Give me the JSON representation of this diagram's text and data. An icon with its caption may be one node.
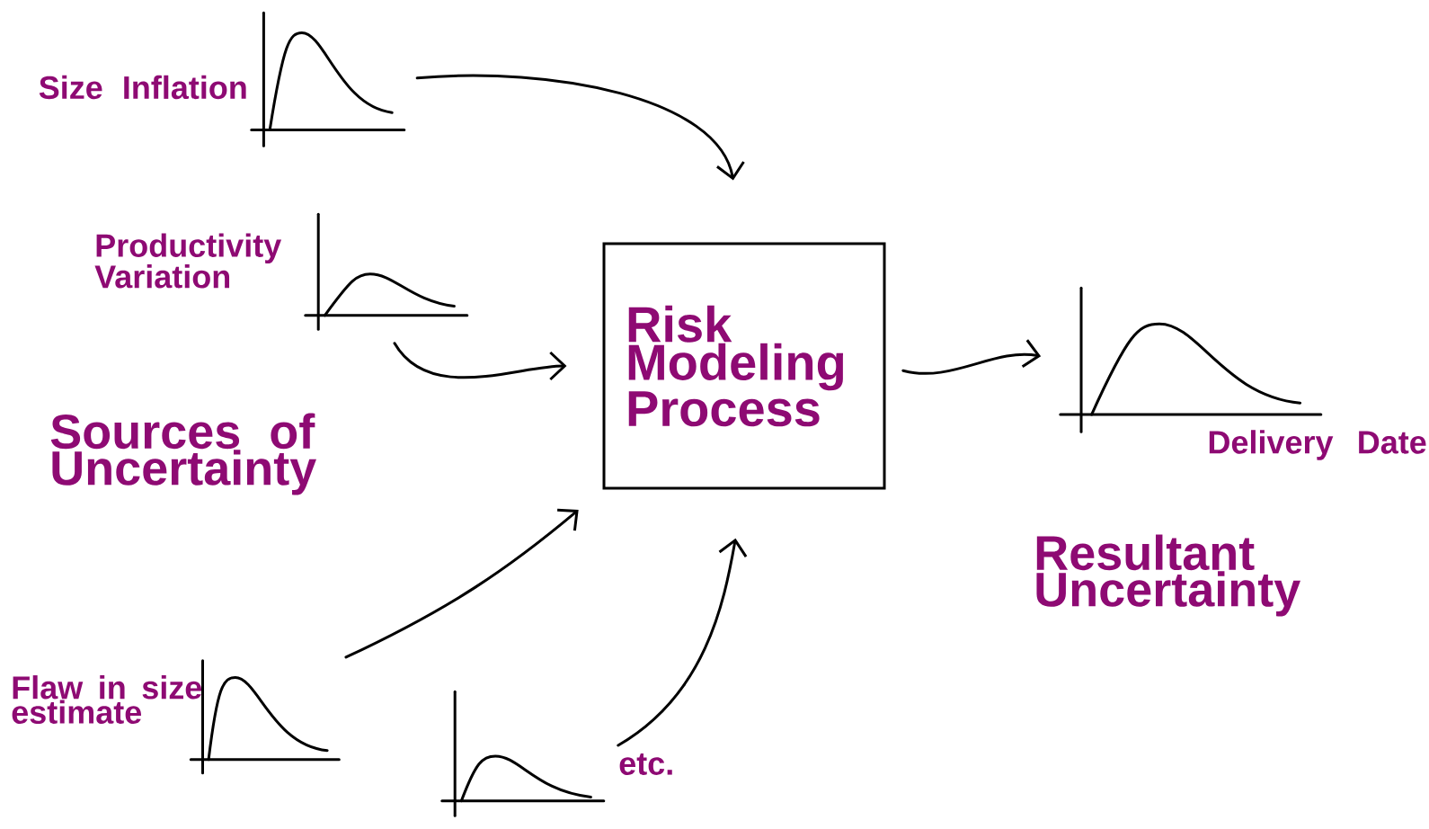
{
  "diagram": {
    "nodes": [
      {
        "text": [],
        "shape": "picture",
        "beside": [
          "Size Inflation"
        ]
      },
      {
        "text": [],
        "shape": "picture",
        "beside": [
          "Productivity Variation"
        ]
      },
      {
        "text": [
          "Risk Modeling Process"
        ]
      },
      {
        "text": [],
        "shape": "picture",
        "beside": [
          "Flaw in size estimate"
        ]
      },
      {
        "text": [],
        "shape": "picture",
        "beside": [
          "etc."
        ]
      },
      {
        "text": [],
        "shape": "picture",
        "beside": [
          "Delivery Date"
        ]
      }
    ],
    "edges": [
      {
        "from": 0,
        "to": 2,
        "arrow": "to"
      },
      {
        "from": 1,
        "to": 2,
        "arrow": "to"
      },
      {
        "from": 3,
        "to": 2,
        "arrow": "to"
      },
      {
        "from": 4,
        "to": 2,
        "arrow": "to"
      },
      {
        "from": 2,
        "to": 5,
        "arrow": "to"
      }
    ],
    "labels": [
      "Sources of Uncertainty",
      "Resultant Uncertainty"
    ]
  }
}
